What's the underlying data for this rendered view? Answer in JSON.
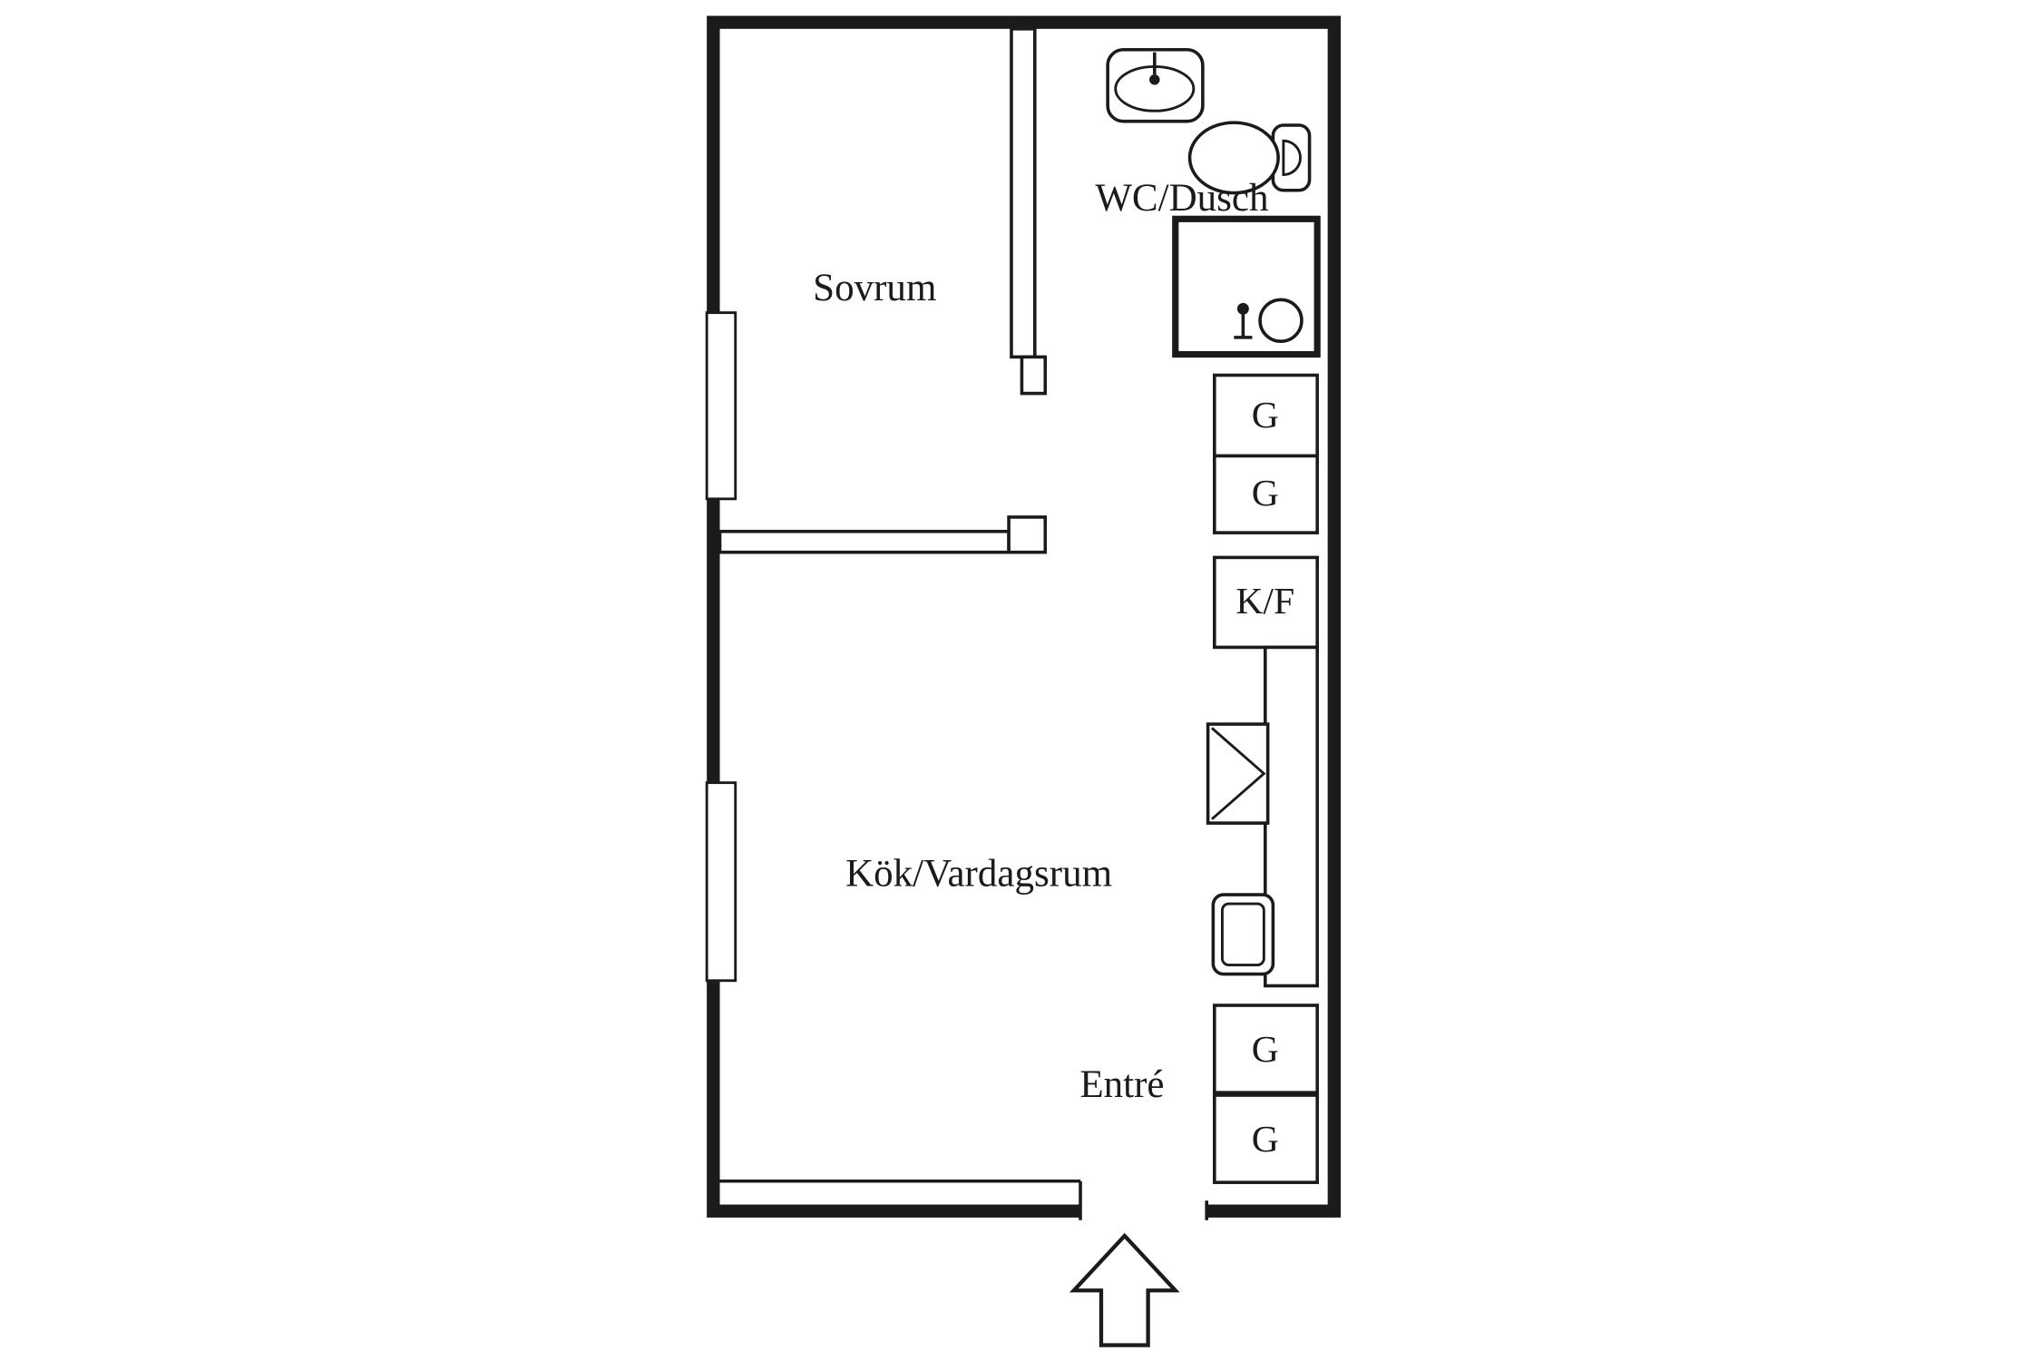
{
  "colors": {
    "wall": "#1b1b1b",
    "background": "#ffffff"
  },
  "rooms": {
    "bedroom": {
      "label": "Sovrum"
    },
    "bathroom": {
      "label": "WC/Dusch"
    },
    "kitchen_living": {
      "label": "Kök/Vardagsrum"
    },
    "entrance": {
      "label": "Entré"
    }
  },
  "cabinets": [
    "G",
    "G",
    "K/F",
    "G",
    "G"
  ],
  "fixtures": [
    "bathroom-sink-icon",
    "toilet-icon",
    "shower-icon",
    "dishwasher-icon",
    "kitchen-sink-icon",
    "window",
    "entrance-arrow-icon"
  ]
}
